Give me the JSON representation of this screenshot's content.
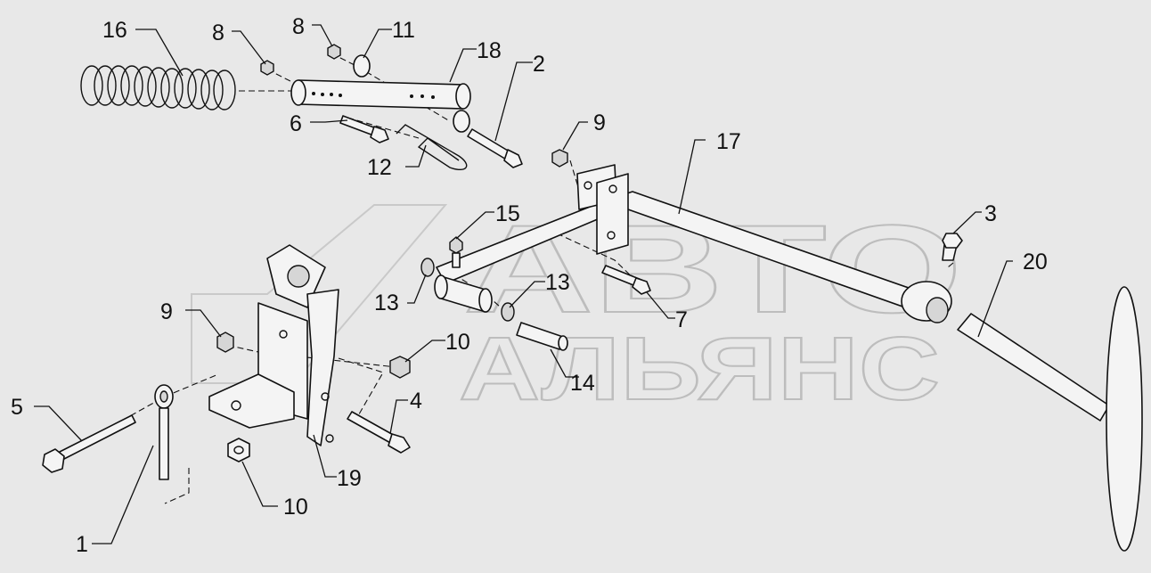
{
  "watermark": {
    "line1": "АВТО",
    "line2": "АЛЬЯНС"
  },
  "callouts": [
    {
      "id": "c16",
      "label": "16"
    },
    {
      "id": "c8a",
      "label": "8"
    },
    {
      "id": "c8b",
      "label": "8"
    },
    {
      "id": "c11",
      "label": "11"
    },
    {
      "id": "c18",
      "label": "18"
    },
    {
      "id": "c2",
      "label": "2"
    },
    {
      "id": "c6",
      "label": "6"
    },
    {
      "id": "c12",
      "label": "12"
    },
    {
      "id": "c9a",
      "label": "9"
    },
    {
      "id": "c17",
      "label": "17"
    },
    {
      "id": "c15",
      "label": "15"
    },
    {
      "id": "c3",
      "label": "3"
    },
    {
      "id": "c20",
      "label": "20"
    },
    {
      "id": "c13a",
      "label": "13"
    },
    {
      "id": "c13b",
      "label": "13"
    },
    {
      "id": "c9b",
      "label": "9"
    },
    {
      "id": "c7",
      "label": "7"
    },
    {
      "id": "c10a",
      "label": "10"
    },
    {
      "id": "c14",
      "label": "14"
    },
    {
      "id": "c5",
      "label": "5"
    },
    {
      "id": "c4",
      "label": "4"
    },
    {
      "id": "c19",
      "label": "19"
    },
    {
      "id": "c10b",
      "label": "10"
    },
    {
      "id": "c1",
      "label": "1"
    }
  ]
}
